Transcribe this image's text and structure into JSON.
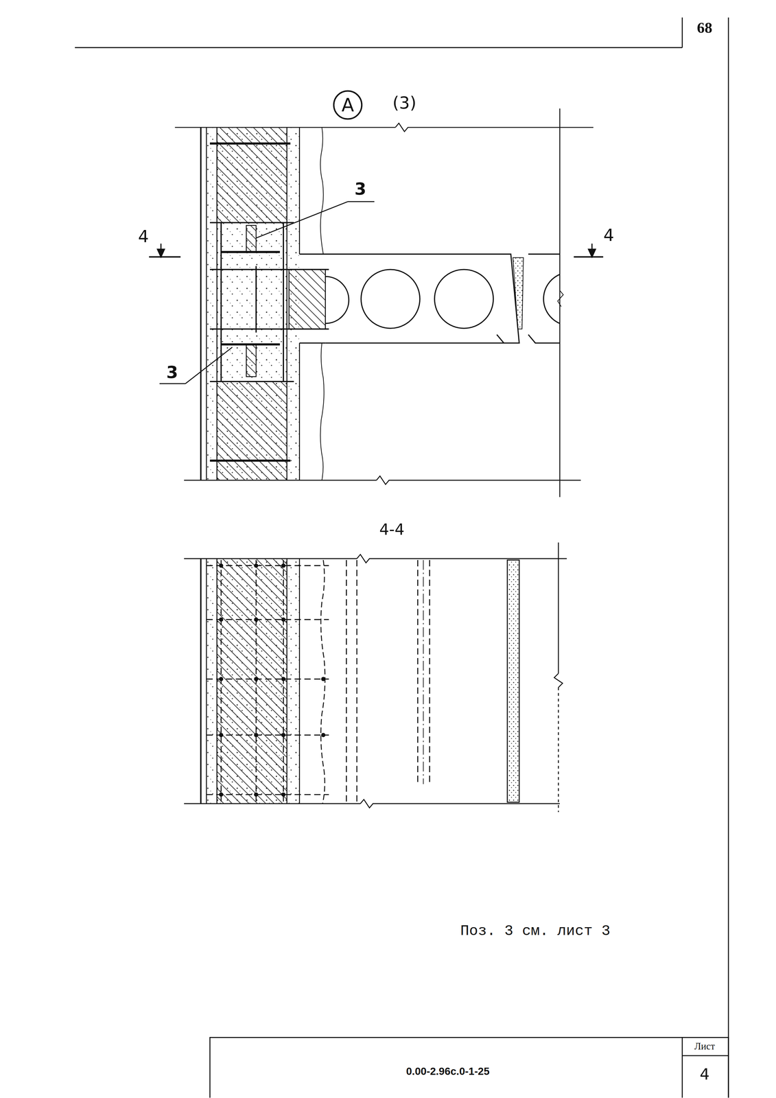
{
  "diagram": {
    "nodes": [
      {
        "text": [
          "A"
        ]
      }
    ],
    "labels": [
      "68",
      "(3)",
      "3",
      "4",
      "4",
      "3",
      "4-4",
      "Поз. 3 см. лист 3",
      "Лист",
      "0.00-2.96с.0-1-25",
      "4"
    ]
  }
}
